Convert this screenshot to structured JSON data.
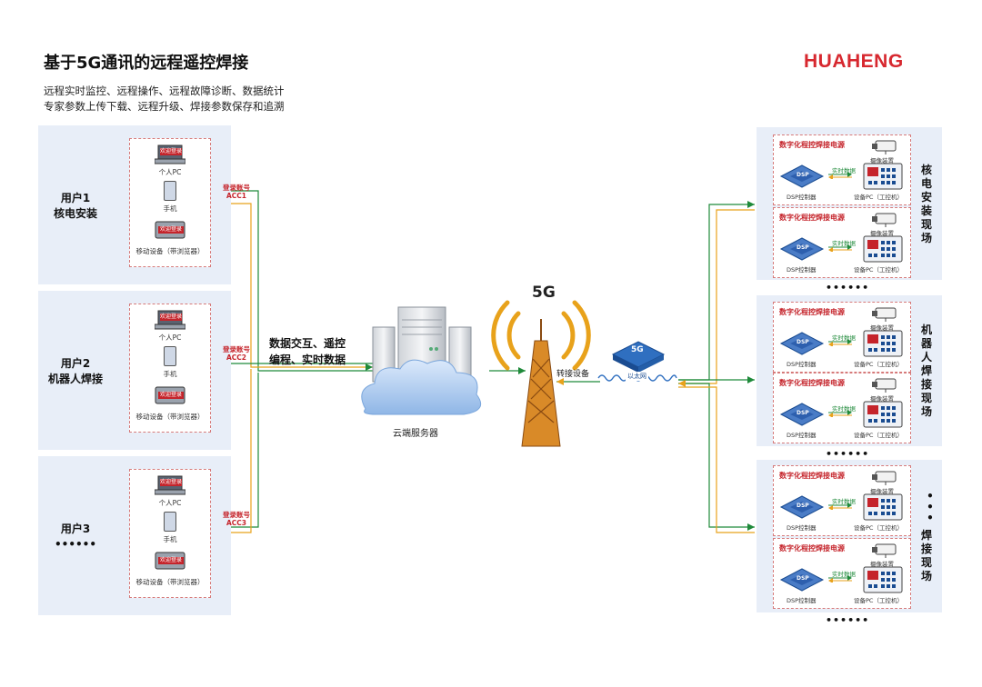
{
  "header": {
    "title": "基于5G通讯的远程遥控焊接",
    "subtitle_line1": "远程实时监控、远程操作、远程故障诊断、数据统计",
    "subtitle_line2": "专家参数上传下载、远程升级、焊接参数保存和追溯",
    "logo": "HUAHENG"
  },
  "users": [
    {
      "name_line1": "用户1",
      "name_line2": "核电安装",
      "acc_line1": "登录账号",
      "acc_line2": "ACC1"
    },
    {
      "name_line1": "用户2",
      "name_line2": "机器人焊接",
      "acc_line1": "登录账号",
      "acc_line2": "ACC2"
    },
    {
      "name_line1": "用户3",
      "name_line2": "••••••",
      "acc_line1": "登录账号",
      "acc_line2": "ACC3"
    }
  ],
  "devices": {
    "welcome": "欢迎登录",
    "pc": "个人PC",
    "phone": "手机",
    "mobile": "移动设备（带浏览器）"
  },
  "center": {
    "data_line1": "数据交互、遥控",
    "data_line2": "编程、实时数据",
    "server_label": "云端服务器",
    "tower_label": "5G",
    "relay_label": "转接设备",
    "ethernet_label": "以太网",
    "chip_label": "5G"
  },
  "site_box": {
    "title": "数字化程控焊接电源",
    "camera": "摄像装置",
    "dsp": "DSP控制器",
    "pc": "设备PC（工控机）",
    "realtime": "实时数据",
    "dsp_chip": "DSP"
  },
  "sites": [
    {
      "label": "核电安装现场"
    },
    {
      "label": "机器人焊接现场"
    },
    {
      "label": "焊接现场",
      "prefix_dots": "•••"
    }
  ],
  "more_dots": "••••••",
  "colors": {
    "red": "#c5242b",
    "green": "#1f8a3a",
    "orange": "#e8a21b",
    "panel": "#e8eef8"
  }
}
